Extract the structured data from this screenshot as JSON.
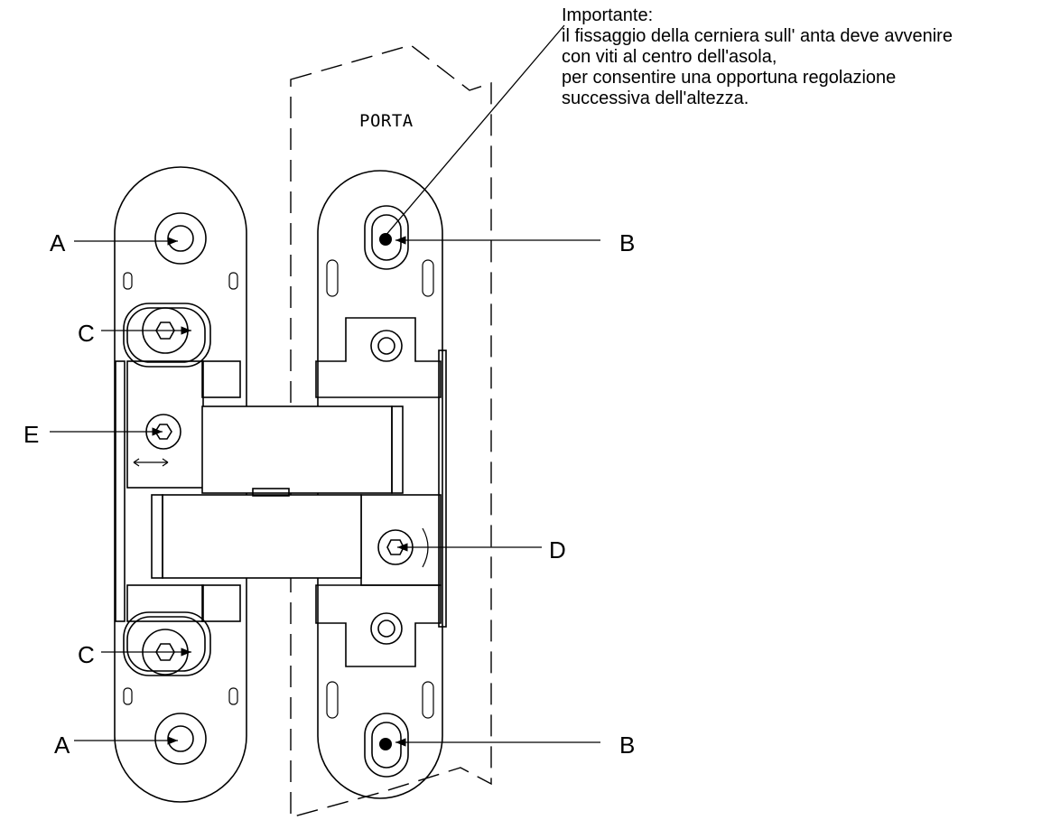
{
  "note": {
    "lines": [
      "Importante:",
      "il fissaggio della cerniera sull' anta deve avvenire",
      "con viti al centro dell'asola,",
      "per consentire una opportuna regolazione",
      "successiva dell'altezza."
    ]
  },
  "door_label": "PORTA",
  "callouts": {
    "a_top": "A",
    "a_bottom": "A",
    "b_top": "B",
    "b_bottom": "B",
    "c_top": "C",
    "c_bottom": "C",
    "d": "D",
    "e": "E"
  }
}
